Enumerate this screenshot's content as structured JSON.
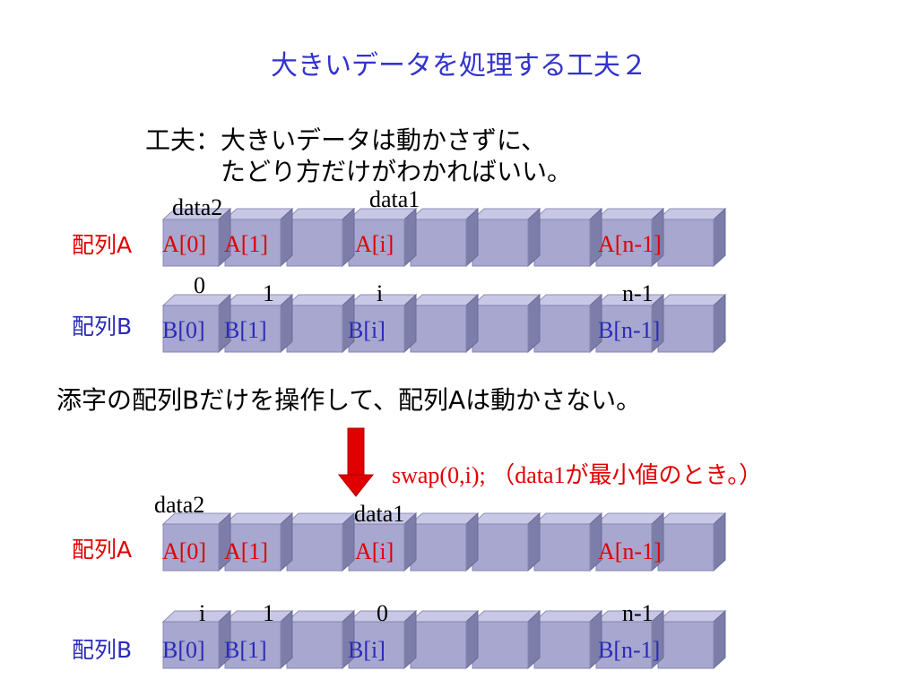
{
  "title": "大きいデータを処理する工夫２",
  "explain": {
    "line1": "工夫：大きいデータは動かさずに、",
    "line2": "たどり方だけがわかればいい。"
  },
  "middle_text": "添字の配列Bだけを操作して、配列Aは動かさない。",
  "swap_text": "swap(0,i); （data1が最小値のとき。）",
  "colors": {
    "red": "#e00000",
    "blue": "#2a2ab8",
    "title": "#3333cc",
    "box_front": "#a7a7cf",
    "box_top": "#c8c8e6",
    "box_side": "#7d7daa",
    "arrow": "#e00000"
  },
  "before": {
    "arrayA": {
      "label": "配列A",
      "above": {
        "data2": "data2",
        "data1": "data1"
      },
      "cells": {
        "c0": "A[0]",
        "c1": "A[1]",
        "ci": "A[i]",
        "cn": "A[n-1]"
      }
    },
    "arrayB": {
      "label": "配列B",
      "above": {
        "v0": "0",
        "v1": "1",
        "vi": "i",
        "vn": "n-1"
      },
      "cells": {
        "c0": "B[0]",
        "c1": "B[1]",
        "ci": "B[i]",
        "cn": "B[n-1]"
      }
    }
  },
  "after": {
    "arrayA": {
      "label": "配列A",
      "above": {
        "data2": "data2",
        "data1": "data1"
      },
      "cells": {
        "c0": "A[0]",
        "c1": "A[1]",
        "ci": "A[i]",
        "cn": "A[n-1]"
      }
    },
    "arrayB": {
      "label": "配列B",
      "above": {
        "v0": "i",
        "v1": "1",
        "vi": "0",
        "vn": "n-1"
      },
      "cells": {
        "c0": "B[0]",
        "c1": "B[1]",
        "ci": "B[i]",
        "cn": "B[n-1]"
      }
    }
  }
}
